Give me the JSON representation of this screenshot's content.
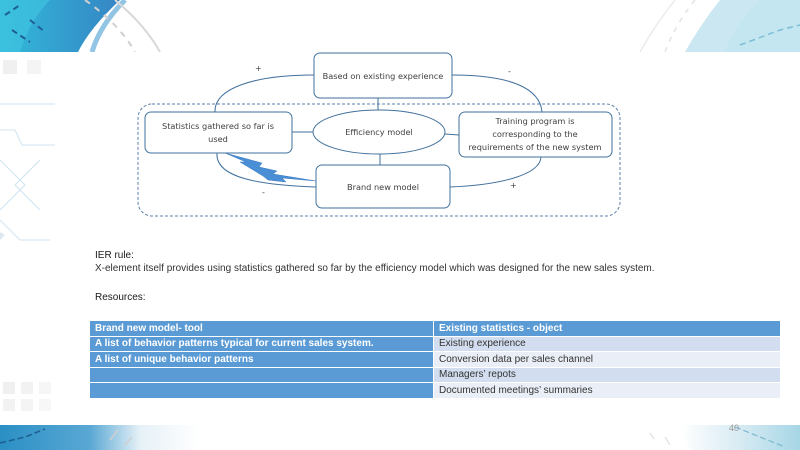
{
  "diagram": {
    "nodes": {
      "top": "Based on existing experience",
      "left_line1": "Statistics gathered so far is",
      "left_line2": "used",
      "center": "Efficiency model",
      "right_line1": "Training program is",
      "right_line2": "corresponding to the",
      "right_line3": "requirements of the new system",
      "bottom": "Brand new model"
    },
    "signs": {
      "top_left": "+",
      "top_right": "-",
      "bottom_left": "-",
      "bottom_right": "+"
    },
    "colors": {
      "node_border": "#41719c",
      "arrow_fill": "#4a8fd6",
      "dashed_border": "#5a7fa8"
    }
  },
  "rule": {
    "title": "IER rule:",
    "text": "X-element itself provides using statistics gathered so far by the efficiency model which was designed for the new sales system."
  },
  "resources": {
    "title": "Resources:",
    "rows": [
      {
        "left": "Brand new model- tool",
        "right": "Existing statistics - object"
      },
      {
        "left": "A list of behavior patterns typical for current sales system.",
        "right": "Existing experience"
      },
      {
        "left": "A list of unique behavior patterns",
        "right": "Conversion data per sales channel"
      },
      {
        "left": "",
        "right": "Managers’ repots"
      },
      {
        "left": "",
        "right": "Documented meetings’ summaries"
      }
    ]
  },
  "page_number": "40",
  "theme": {
    "table_blue": "#5b9bd5",
    "row_light_1": "#d2deef",
    "row_light_2": "#eaeff7"
  }
}
